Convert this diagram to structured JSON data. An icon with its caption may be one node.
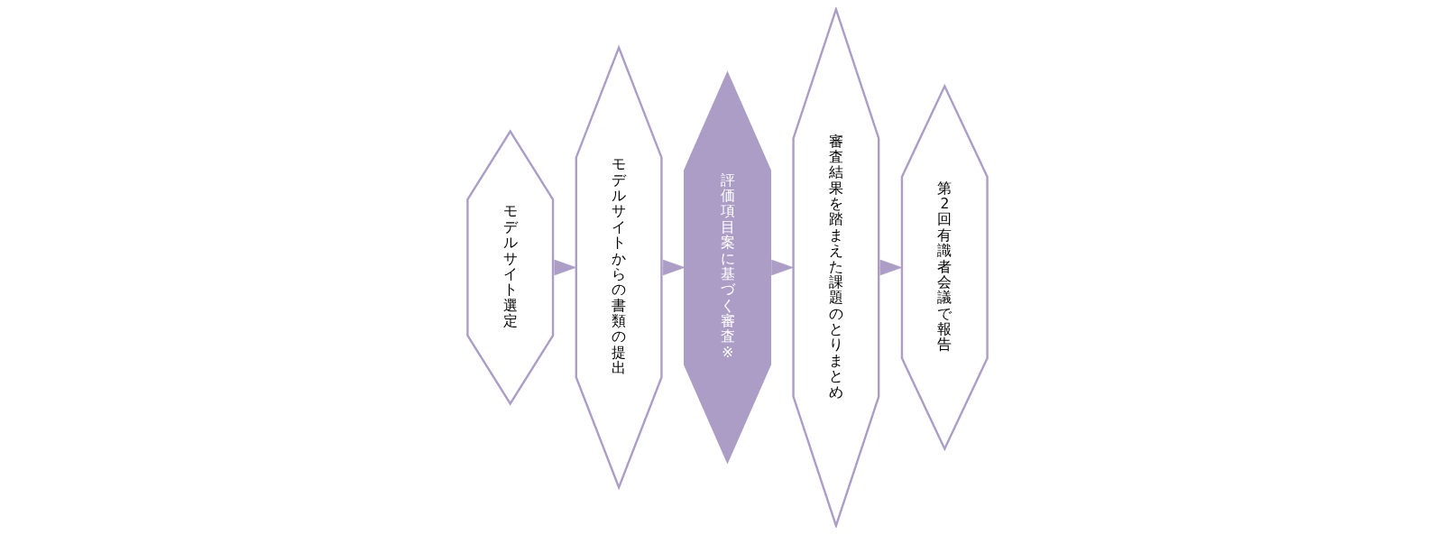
{
  "diagram": {
    "nodes": [
      {
        "text": [
          "モデルサイト選定"
        ]
      },
      {
        "text": [
          "モデルサイトからの書類の提出"
        ]
      },
      {
        "text": [
          "評価項目案に基づく審査※"
        ]
      },
      {
        "text": [
          "審査結果を踏まえた課題のとりまとめ"
        ]
      },
      {
        "text": [
          "第2回有識者会議で報告"
        ]
      }
    ],
    "edges": [
      {
        "from": 0,
        "to": 1,
        "arrow": "to"
      },
      {
        "from": 1,
        "to": 2,
        "arrow": "to"
      },
      {
        "from": 2,
        "to": 3,
        "arrow": "to"
      },
      {
        "from": 3,
        "to": 4,
        "arrow": "to"
      }
    ]
  }
}
